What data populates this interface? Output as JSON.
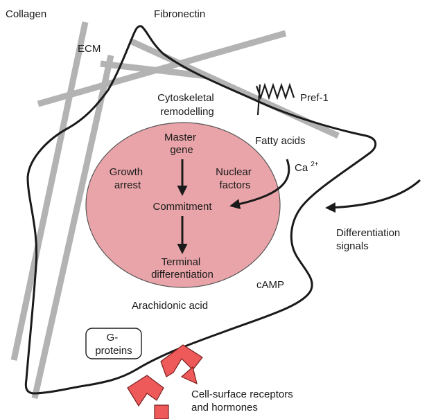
{
  "colors": {
    "background": "#ffffff",
    "fiber": "#b3b3b3",
    "membrane": "#1a1a1a",
    "nucleus_fill": "#e8a4a8",
    "nucleus_stroke": "#555555",
    "receptor_fill": "#ee5a5a",
    "receptor_stroke": "#7a1e1e",
    "text": "#1a1a1a"
  },
  "labels": {
    "collagen": "Collagen",
    "fibronectin": "Fibronectin",
    "ecm": "ECM",
    "cytoskeletal_line1": "Cytoskeletal",
    "cytoskeletal_line2": "remodelling",
    "pref1": "Pref-1",
    "fatty_acids": "Fatty acids",
    "ca_base": "Ca",
    "ca_sup": "2+",
    "master_line1": "Master",
    "master_line2": "gene",
    "growth_line1": "Growth",
    "growth_line2": "arrest",
    "nuclear_line1": "Nuclear",
    "nuclear_line2": "factors",
    "commitment": "Commitment",
    "terminal_line1": "Terminal",
    "terminal_line2": "differentiation",
    "diff_signals_line1": "Differentiation",
    "diff_signals_line2": "signals",
    "camp": "cAMP",
    "arachidonic": "Arachidonic acid",
    "gprot_line1": "G-",
    "gprot_line2": "proteins",
    "receptors_line1": "Cell-surface receptors",
    "receptors_line2": "and hormones"
  }
}
